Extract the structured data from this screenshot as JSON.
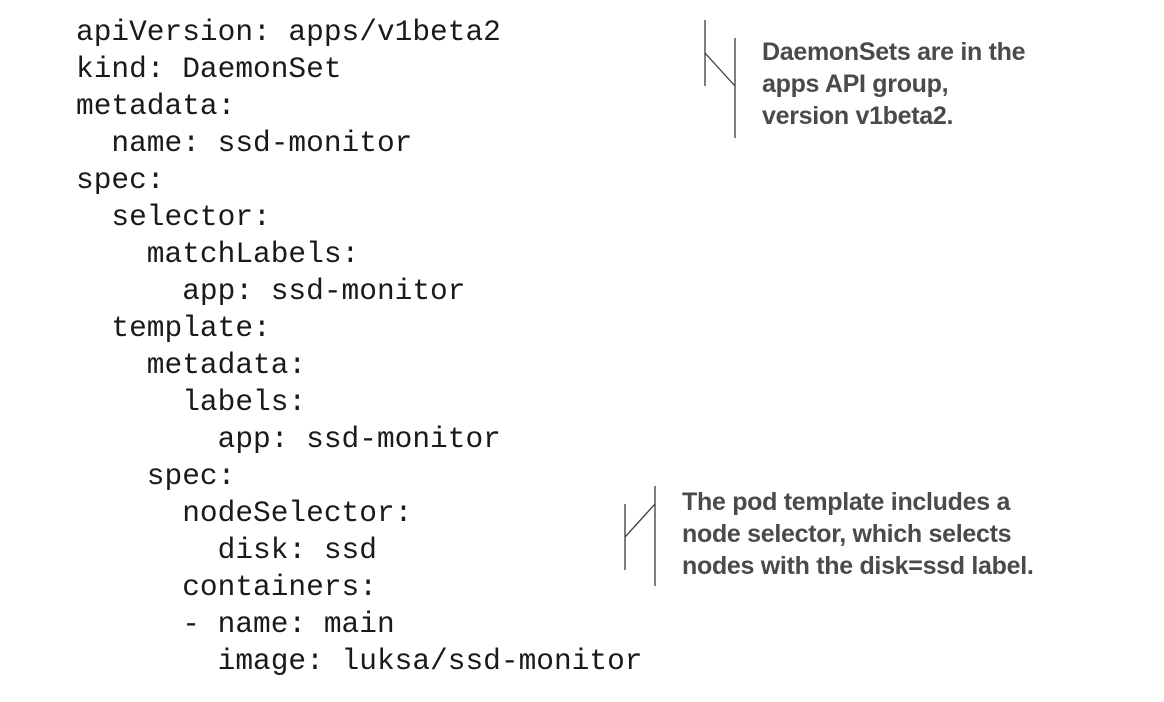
{
  "code_lines": [
    "apiVersion: apps/v1beta2",
    "kind: DaemonSet",
    "metadata:",
    "  name: ssd-monitor",
    "spec:",
    "  selector:",
    "    matchLabels:",
    "      app: ssd-monitor",
    "  template:",
    "    metadata:",
    "      labels:",
    "        app: ssd-monitor",
    "    spec:",
    "      nodeSelector:",
    "        disk: ssd",
    "      containers:",
    "      - name: main",
    "        image: luksa/ssd-monitor"
  ],
  "annotations": {
    "api_group": {
      "lines": [
        "DaemonSets are in the",
        "apps API group,",
        "version v1beta2."
      ]
    },
    "node_selector": {
      "lines": [
        "The pod template includes a",
        "node selector, which selects",
        "nodes with the disk=ssd label."
      ]
    }
  }
}
